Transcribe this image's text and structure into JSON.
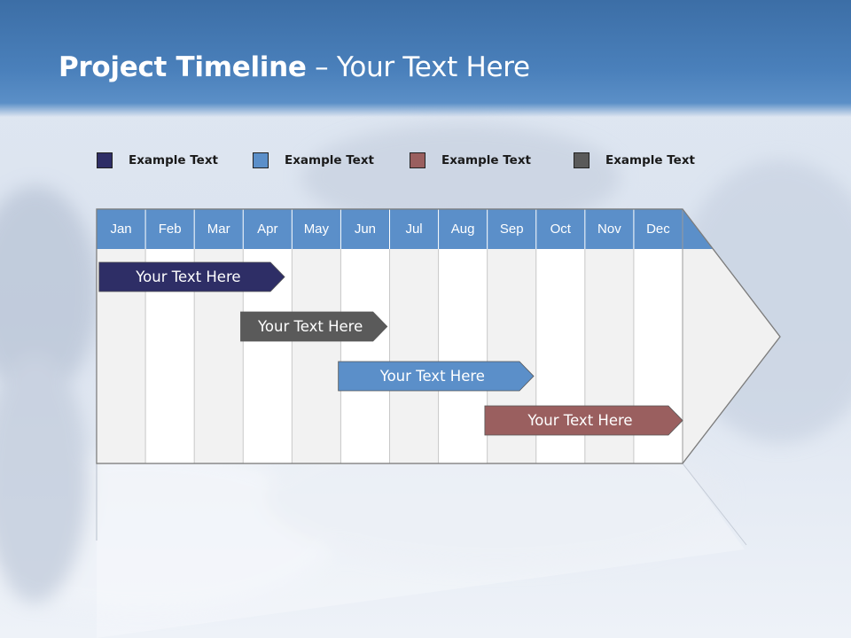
{
  "slide": {
    "title_bold": "Project Timeline",
    "title_rest": " – Your Text Here"
  },
  "legend": [
    {
      "label": "Example Text",
      "color": "#2e2e66"
    },
    {
      "label": "Example Text",
      "color": "#5b8fc9"
    },
    {
      "label": "Example Text",
      "color": "#9a5f5f"
    },
    {
      "label": "Example Text",
      "color": "#5a5a5a"
    }
  ],
  "timeline": {
    "months": [
      "Jan",
      "Feb",
      "Mar",
      "Apr",
      "May",
      "Jun",
      "Jul",
      "Aug",
      "Sep",
      "Oct",
      "Nov",
      "Dec"
    ],
    "header_color": "#5b8fc9",
    "bars": [
      {
        "label": "Your  Text Here",
        "color": "#2e2e66",
        "start": 0.05,
        "end": 3.85
      },
      {
        "label": "Your  Text Here",
        "color": "#5a5a5a",
        "start": 2.95,
        "end": 5.95
      },
      {
        "label": "Your  Text Here",
        "color": "#5b8fc9",
        "start": 4.95,
        "end": 8.95
      },
      {
        "label": "Your  Text Here",
        "color": "#9a5f5f",
        "start": 7.95,
        "end": 12.0
      }
    ]
  }
}
